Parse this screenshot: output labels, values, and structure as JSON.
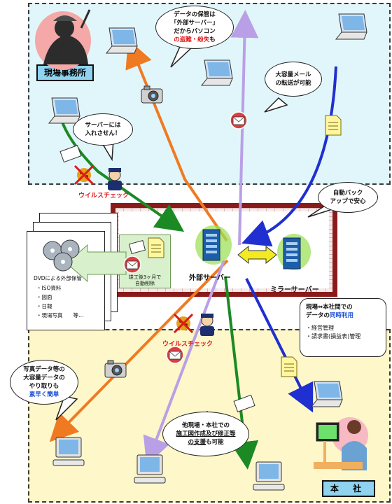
{
  "zones": {
    "site_office_label": "現場事務所",
    "head_office_label": "本 社"
  },
  "bubbles": {
    "storage_line1": "データの保管は",
    "storage_line2": "「外部サーバー」",
    "storage_line3": "だからパソコン",
    "storage_line4_red": "の盗難・紛失",
    "storage_line4_tail": "も",
    "bigmail_line1": "大容量メール",
    "bigmail_line2": "の転送が可能",
    "noentry_line1": "サーバーには",
    "noentry_line2": "入れさせん！",
    "backup_line1": "自動バック",
    "backup_line2": "アップで安心",
    "photo_line1": "写真データ等の",
    "photo_line2": "大容量データの",
    "photo_line3": "やり取りも",
    "photo_line4": "素早く簡単",
    "othersite_line1": "他現場・本社での",
    "othersite_line2": "施工図作成及び修正等",
    "othersite_line3": "の支援",
    "othersite_line3_tail": "も可能"
  },
  "shared_note": {
    "line1": "現場⇔本社間での",
    "line2_pre": "データの",
    "line2_blue": "同時利用",
    "item1": "・経営管理",
    "item2": "・請求書(損益表)管理"
  },
  "server": {
    "external": "外部サーバー",
    "mirror": "ミラーサーバー",
    "auto_delete_line1": "竣工後3ヶ月で",
    "auto_delete_line2": "自動削除"
  },
  "virus_check_top": "ウイルスチェック",
  "virus_check_bottom": "ウイルスチェック",
  "dvd_doc": {
    "title": "DVDによる外部保管",
    "item1": "・ISO資料",
    "item2": "・図面",
    "item3": "・日報",
    "item4": "・現場写真　　等…"
  },
  "colors": {
    "orange_arrow": "#f07a22",
    "purple_arrow": "#b9a0e6",
    "blue_arrow": "#1f2fd0",
    "green_arrow": "#1c8a24",
    "frame": "#8a1b1b"
  },
  "icons": [
    "laptop-icon",
    "camera-icon",
    "mail-icon",
    "document-icon",
    "server-icon",
    "police-icon",
    "virus-icon",
    "dvd-icon"
  ]
}
